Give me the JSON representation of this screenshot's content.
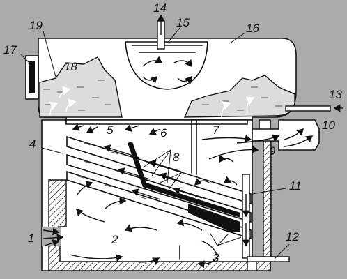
{
  "diagram": {
    "callouts": [
      {
        "id": "label-1",
        "text": "1"
      },
      {
        "id": "label-2",
        "text": "2"
      },
      {
        "id": "label-3",
        "text": "3"
      },
      {
        "id": "label-4",
        "text": "4"
      },
      {
        "id": "label-5",
        "text": "5"
      },
      {
        "id": "label-6",
        "text": "6"
      },
      {
        "id": "label-7",
        "text": "7"
      },
      {
        "id": "label-8",
        "text": "8"
      },
      {
        "id": "label-9",
        "text": "9"
      },
      {
        "id": "label-10",
        "text": "10"
      },
      {
        "id": "label-11",
        "text": "11"
      },
      {
        "id": "label-12",
        "text": "12"
      },
      {
        "id": "label-13",
        "text": "13"
      },
      {
        "id": "label-14",
        "text": "14"
      },
      {
        "id": "label-15",
        "text": "15"
      },
      {
        "id": "label-16",
        "text": "16"
      },
      {
        "id": "label-17",
        "text": "17"
      },
      {
        "id": "label-18",
        "text": "18"
      },
      {
        "id": "label-19",
        "text": "19"
      }
    ],
    "colors": {
      "background": "#ababab",
      "line": "#111111",
      "water": "#dcdcdc",
      "fill": "#ffffff"
    }
  }
}
